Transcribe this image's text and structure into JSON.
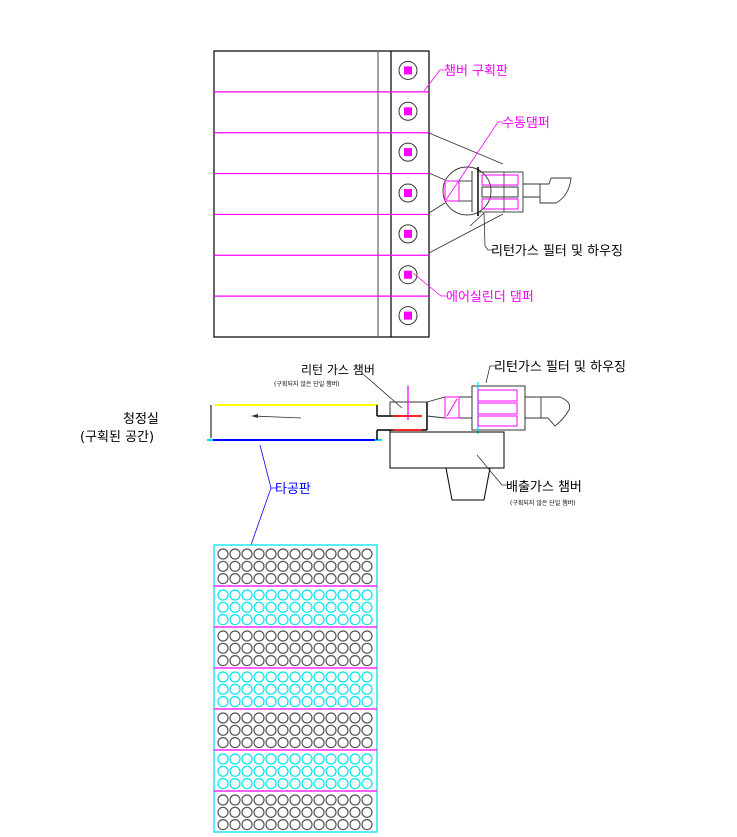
{
  "colors": {
    "outline": "#000000",
    "partition": "#ff00ff",
    "damper": "#ff00ff",
    "cyan": "#00e5ee",
    "blue": "#0000ff",
    "yellow": "#ffff00",
    "red": "#ff2222",
    "gray": "#555555"
  },
  "top_view": {
    "chamber_count": 7,
    "labels": {
      "partition": "챔버 구획판",
      "manual_damper": "수동댐퍼",
      "filter_housing": "리턴가스 필터 및 하우징",
      "air_cylinder_damper": "에어실린더 댐퍼"
    }
  },
  "side_view": {
    "labels": {
      "return_chamber": "리턴 가스 챔버",
      "return_chamber_note": "(구획되지 않은 단일 챔버)",
      "filter_housing": "리턴가스 필터 및 하우징",
      "clean_room": "청정실",
      "clean_room_note": "(구획된 공간)",
      "perforated_plate": "타공판",
      "exhaust_chamber": "배출가스 챔버",
      "exhaust_chamber_note": "(구획되지 않은 단일 챔버)"
    }
  },
  "perforated_plate": {
    "sections": 7,
    "rows_per_section": 3,
    "holes_per_row": 13,
    "section_colors": [
      "black",
      "cyan",
      "black",
      "cyan",
      "black",
      "cyan",
      "black"
    ]
  }
}
